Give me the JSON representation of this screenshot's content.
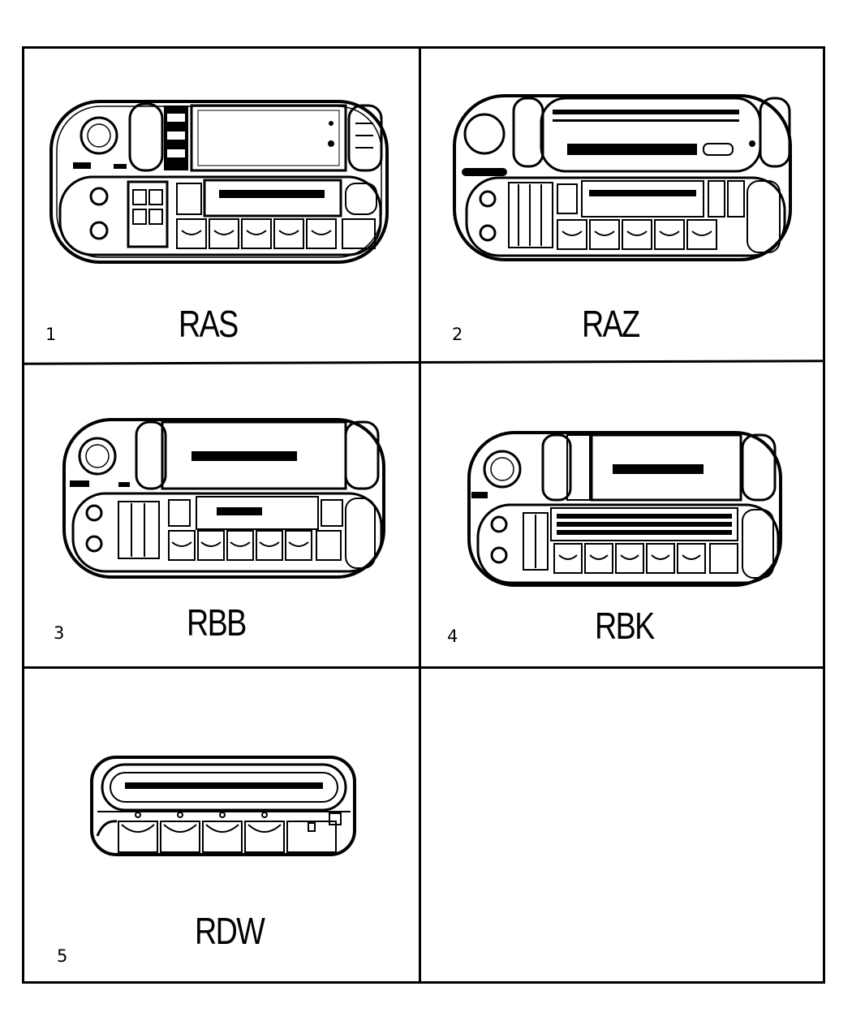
{
  "items": [
    {
      "number": "1",
      "code": "RAS"
    },
    {
      "number": "2",
      "code": "RAZ"
    },
    {
      "number": "3",
      "code": "RBB"
    },
    {
      "number": "4",
      "code": "RBK"
    },
    {
      "number": "5",
      "code": "RDW"
    }
  ]
}
